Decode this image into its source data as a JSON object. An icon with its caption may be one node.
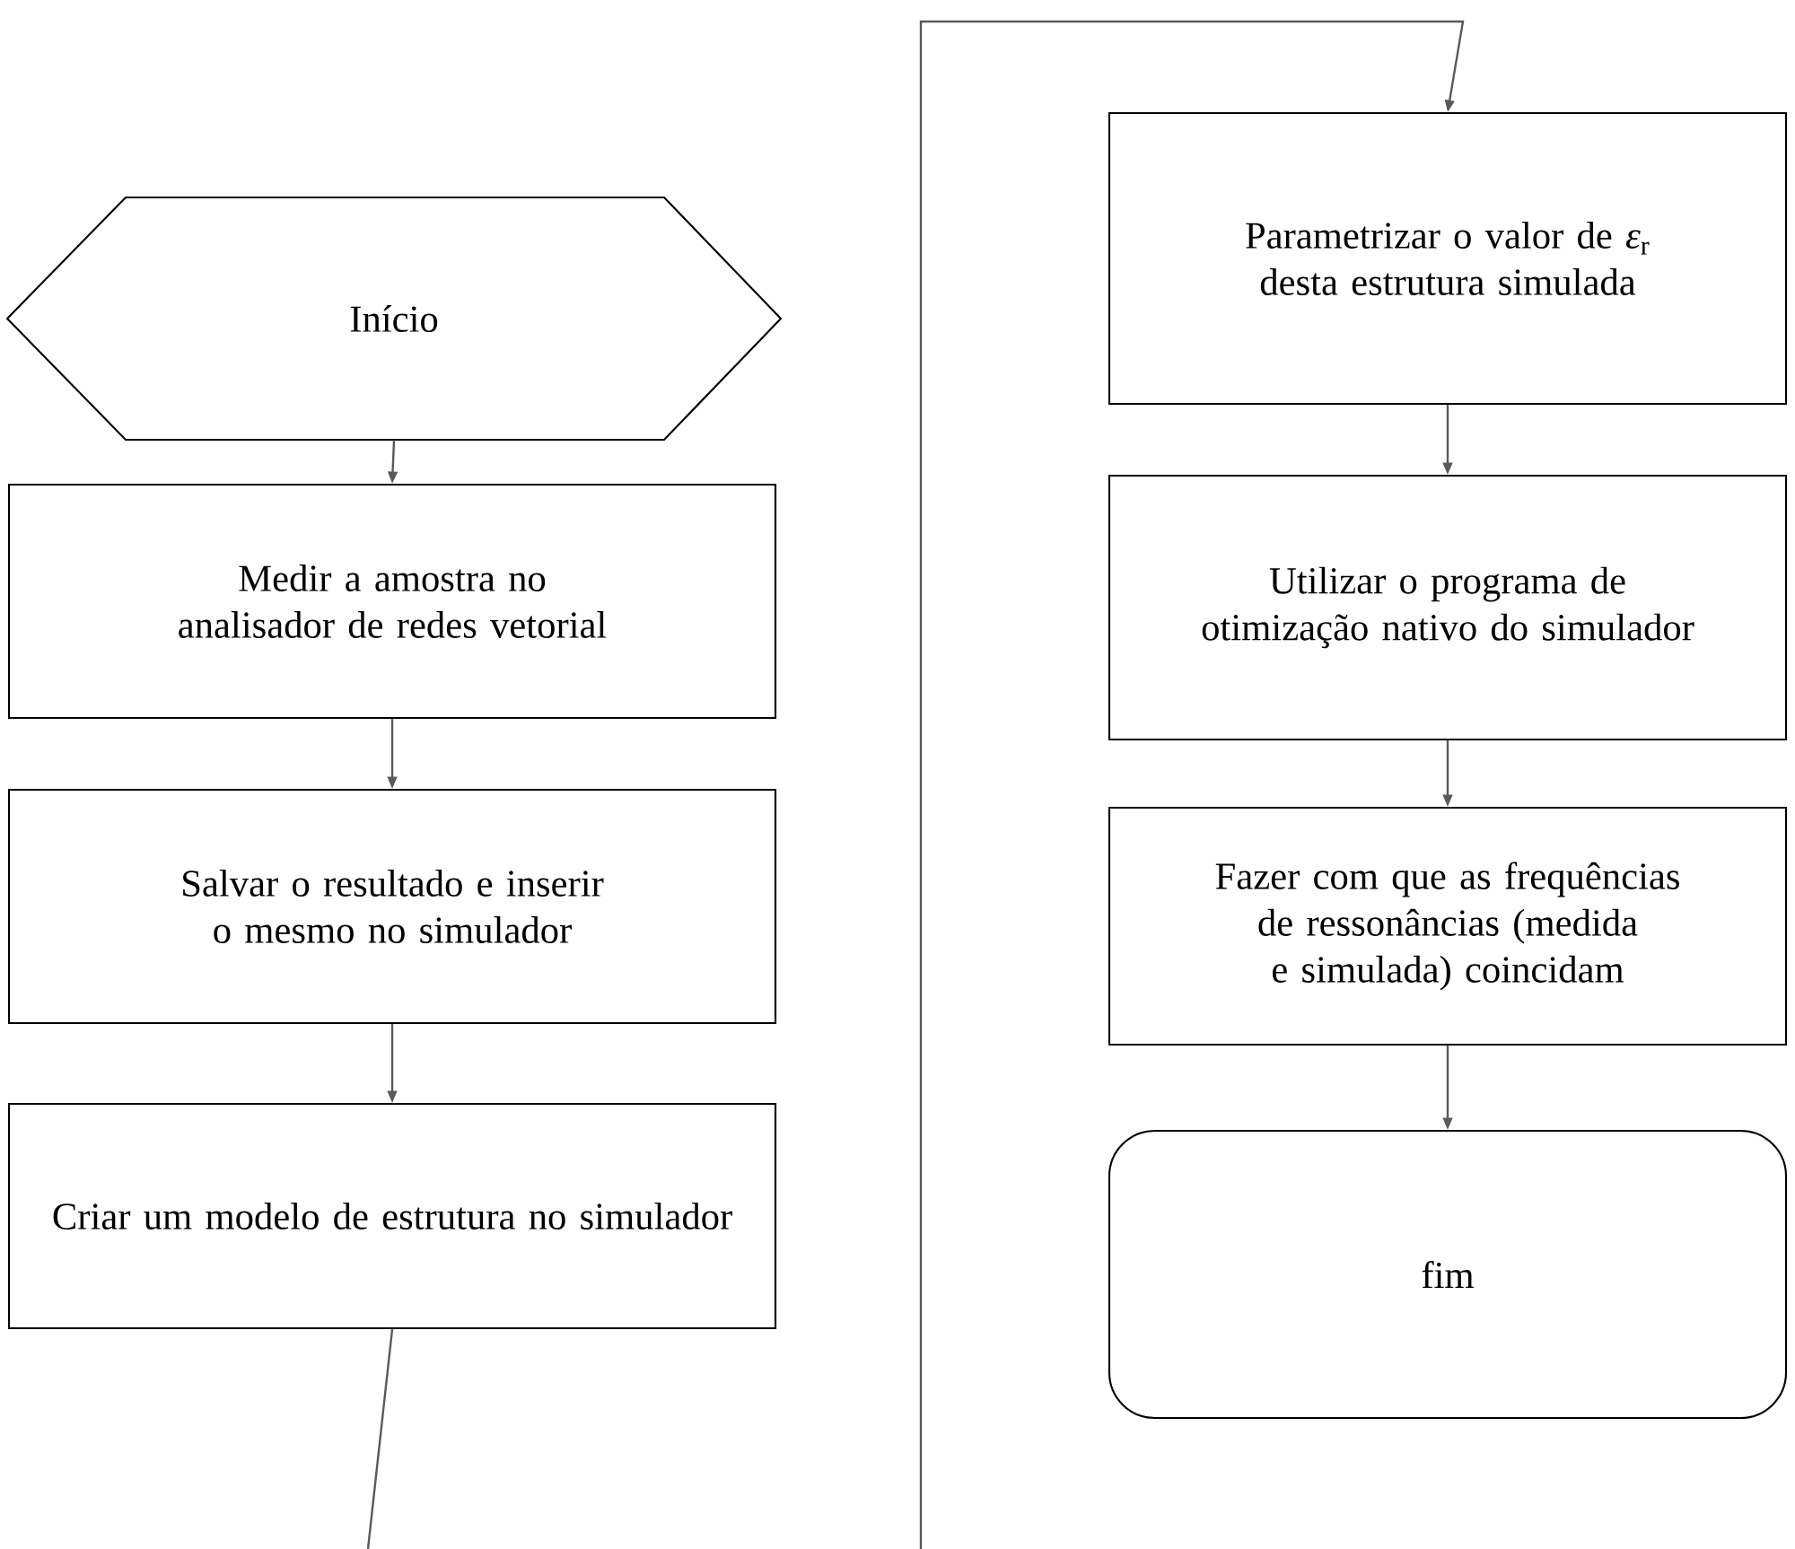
{
  "diagram": {
    "nodes": [
      {
        "text": [
          "Início"
        ]
      },
      {
        "text": [
          "Medir a amostra no analisador de redes vetorial"
        ]
      },
      {
        "text": [
          "Salvar o resultado e inserir o mesmo no simulador"
        ]
      },
      {
        "text": [
          "Criar um modelo de estrutura no simulador"
        ]
      },
      {
        "text": [
          "Parametrizar o valor de *ε*$_{r}$ desta estrutura simulada"
        ]
      },
      {
        "text": [
          "Utilizar o programa de otimização nativo do simulador"
        ]
      },
      {
        "text": [
          "Fazer com que as frequências de ressonâncias (medida e simulada) coincidam"
        ]
      },
      {
        "text": [
          "fim"
        ]
      }
    ],
    "edges": [
      {
        "from": 0,
        "to": 1,
        "arrow": "to"
      },
      {
        "from": 1,
        "to": 2,
        "arrow": "to"
      },
      {
        "from": 2,
        "to": 3,
        "arrow": "to"
      },
      {
        "from": 3,
        "to": null,
        "arrow": "none"
      },
      {
        "from": null,
        "to": 4,
        "arrow": "to"
      },
      {
        "from": 4,
        "to": 5,
        "arrow": "to"
      },
      {
        "from": 5,
        "to": 6,
        "arrow": "to"
      },
      {
        "from": 6,
        "to": 7,
        "arrow": "to"
      }
    ]
  }
}
